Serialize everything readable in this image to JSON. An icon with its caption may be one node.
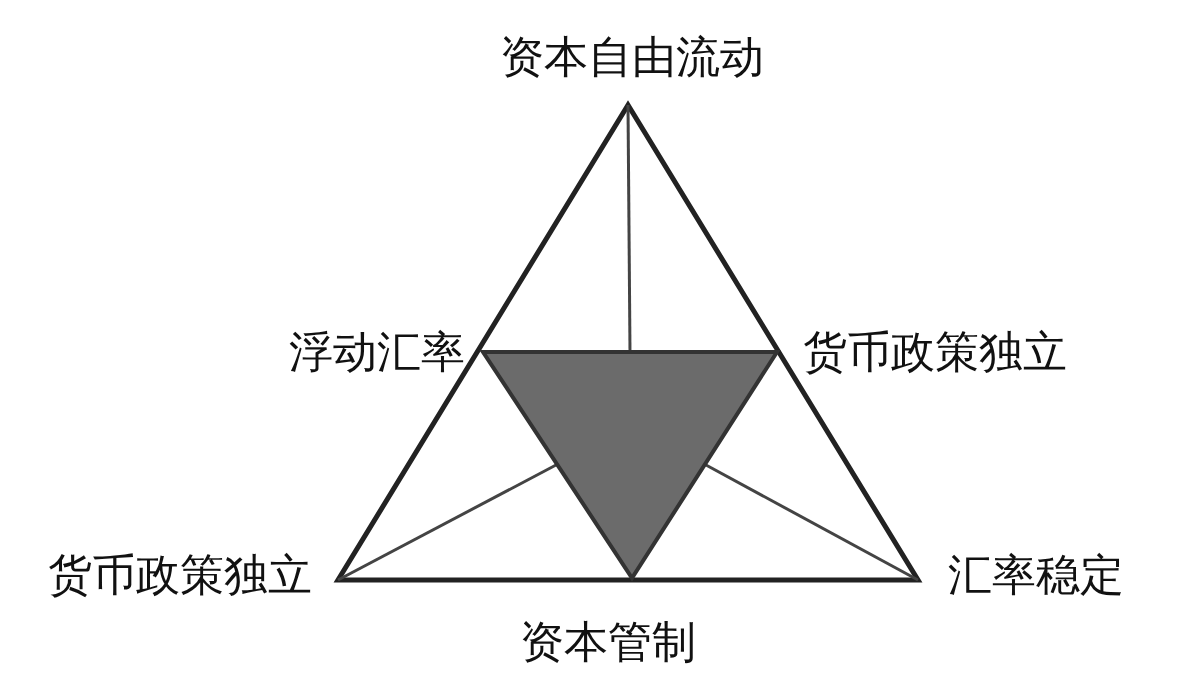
{
  "diagram": {
    "labels": [
      "资本自由流动",
      "浮动汇率",
      "货币政策独立",
      "货币政策独立",
      "汇率稳定",
      "资本管制"
    ]
  }
}
